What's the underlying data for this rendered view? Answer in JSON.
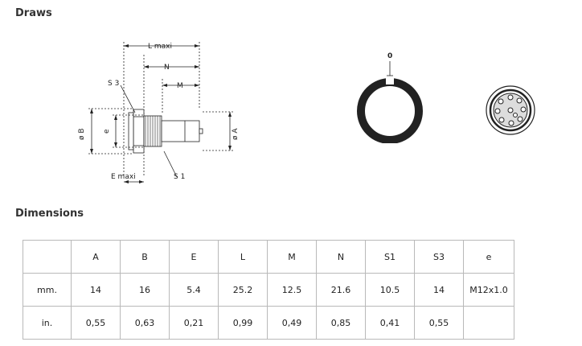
{
  "sections": {
    "draws_title": "Draws",
    "dimensions_title": "Dimensions"
  },
  "drawing": {
    "labels": {
      "L": "L maxi",
      "N": "N",
      "M": "M",
      "S3": "S 3",
      "S1": "S 1",
      "E": "E maxi",
      "B": "ø B",
      "e": "e",
      "A": "ø A"
    },
    "key_label": "0"
  },
  "table": {
    "headers": [
      "",
      "A",
      "B",
      "E",
      "L",
      "M",
      "N",
      "S1",
      "S3",
      "e"
    ],
    "rows": [
      {
        "label": "mm.",
        "values": [
          "14",
          "16",
          "5.4",
          "25.2",
          "12.5",
          "21.6",
          "10.5",
          "14",
          "M12x1.0"
        ]
      },
      {
        "label": "in.",
        "values": [
          "0,55",
          "0,63",
          "0,21",
          "0,99",
          "0,49",
          "0,85",
          "0,41",
          "0,55",
          ""
        ]
      }
    ]
  }
}
